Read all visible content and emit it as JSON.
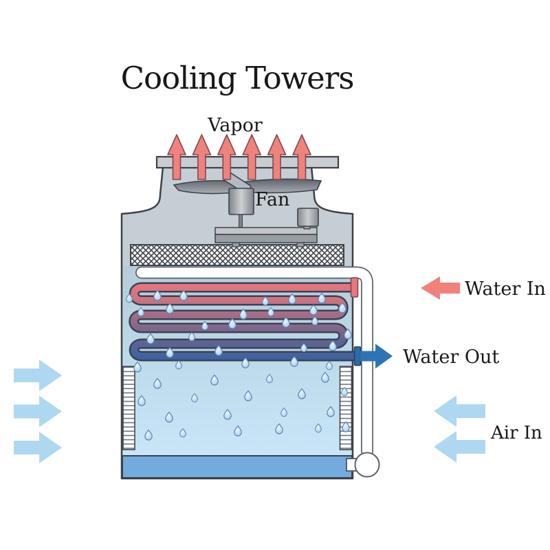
{
  "title": "Cooling Towers",
  "diagram": {
    "vapor_label": "Vapor",
    "fan_label": "Fan",
    "water_in_label": "Water In",
    "water_out_label": "Water Out",
    "air_in_label": "Air In"
  },
  "arrows": {
    "vapor_count": 6,
    "air_in_left_count": 3,
    "air_in_right_count": 2
  },
  "colors": {
    "vapor_arrow": "#f0827e",
    "water_in_arrow": "#f0827e",
    "water_out_arrow": "#2e74b5",
    "air_arrow": "#aed7f2",
    "coil_hot": "#e9767d",
    "coil_cold": "#3c62a2",
    "tower_body": "#c6ced5",
    "basin_water": "#74abdf",
    "droplet_fill": "#a4cbec"
  }
}
